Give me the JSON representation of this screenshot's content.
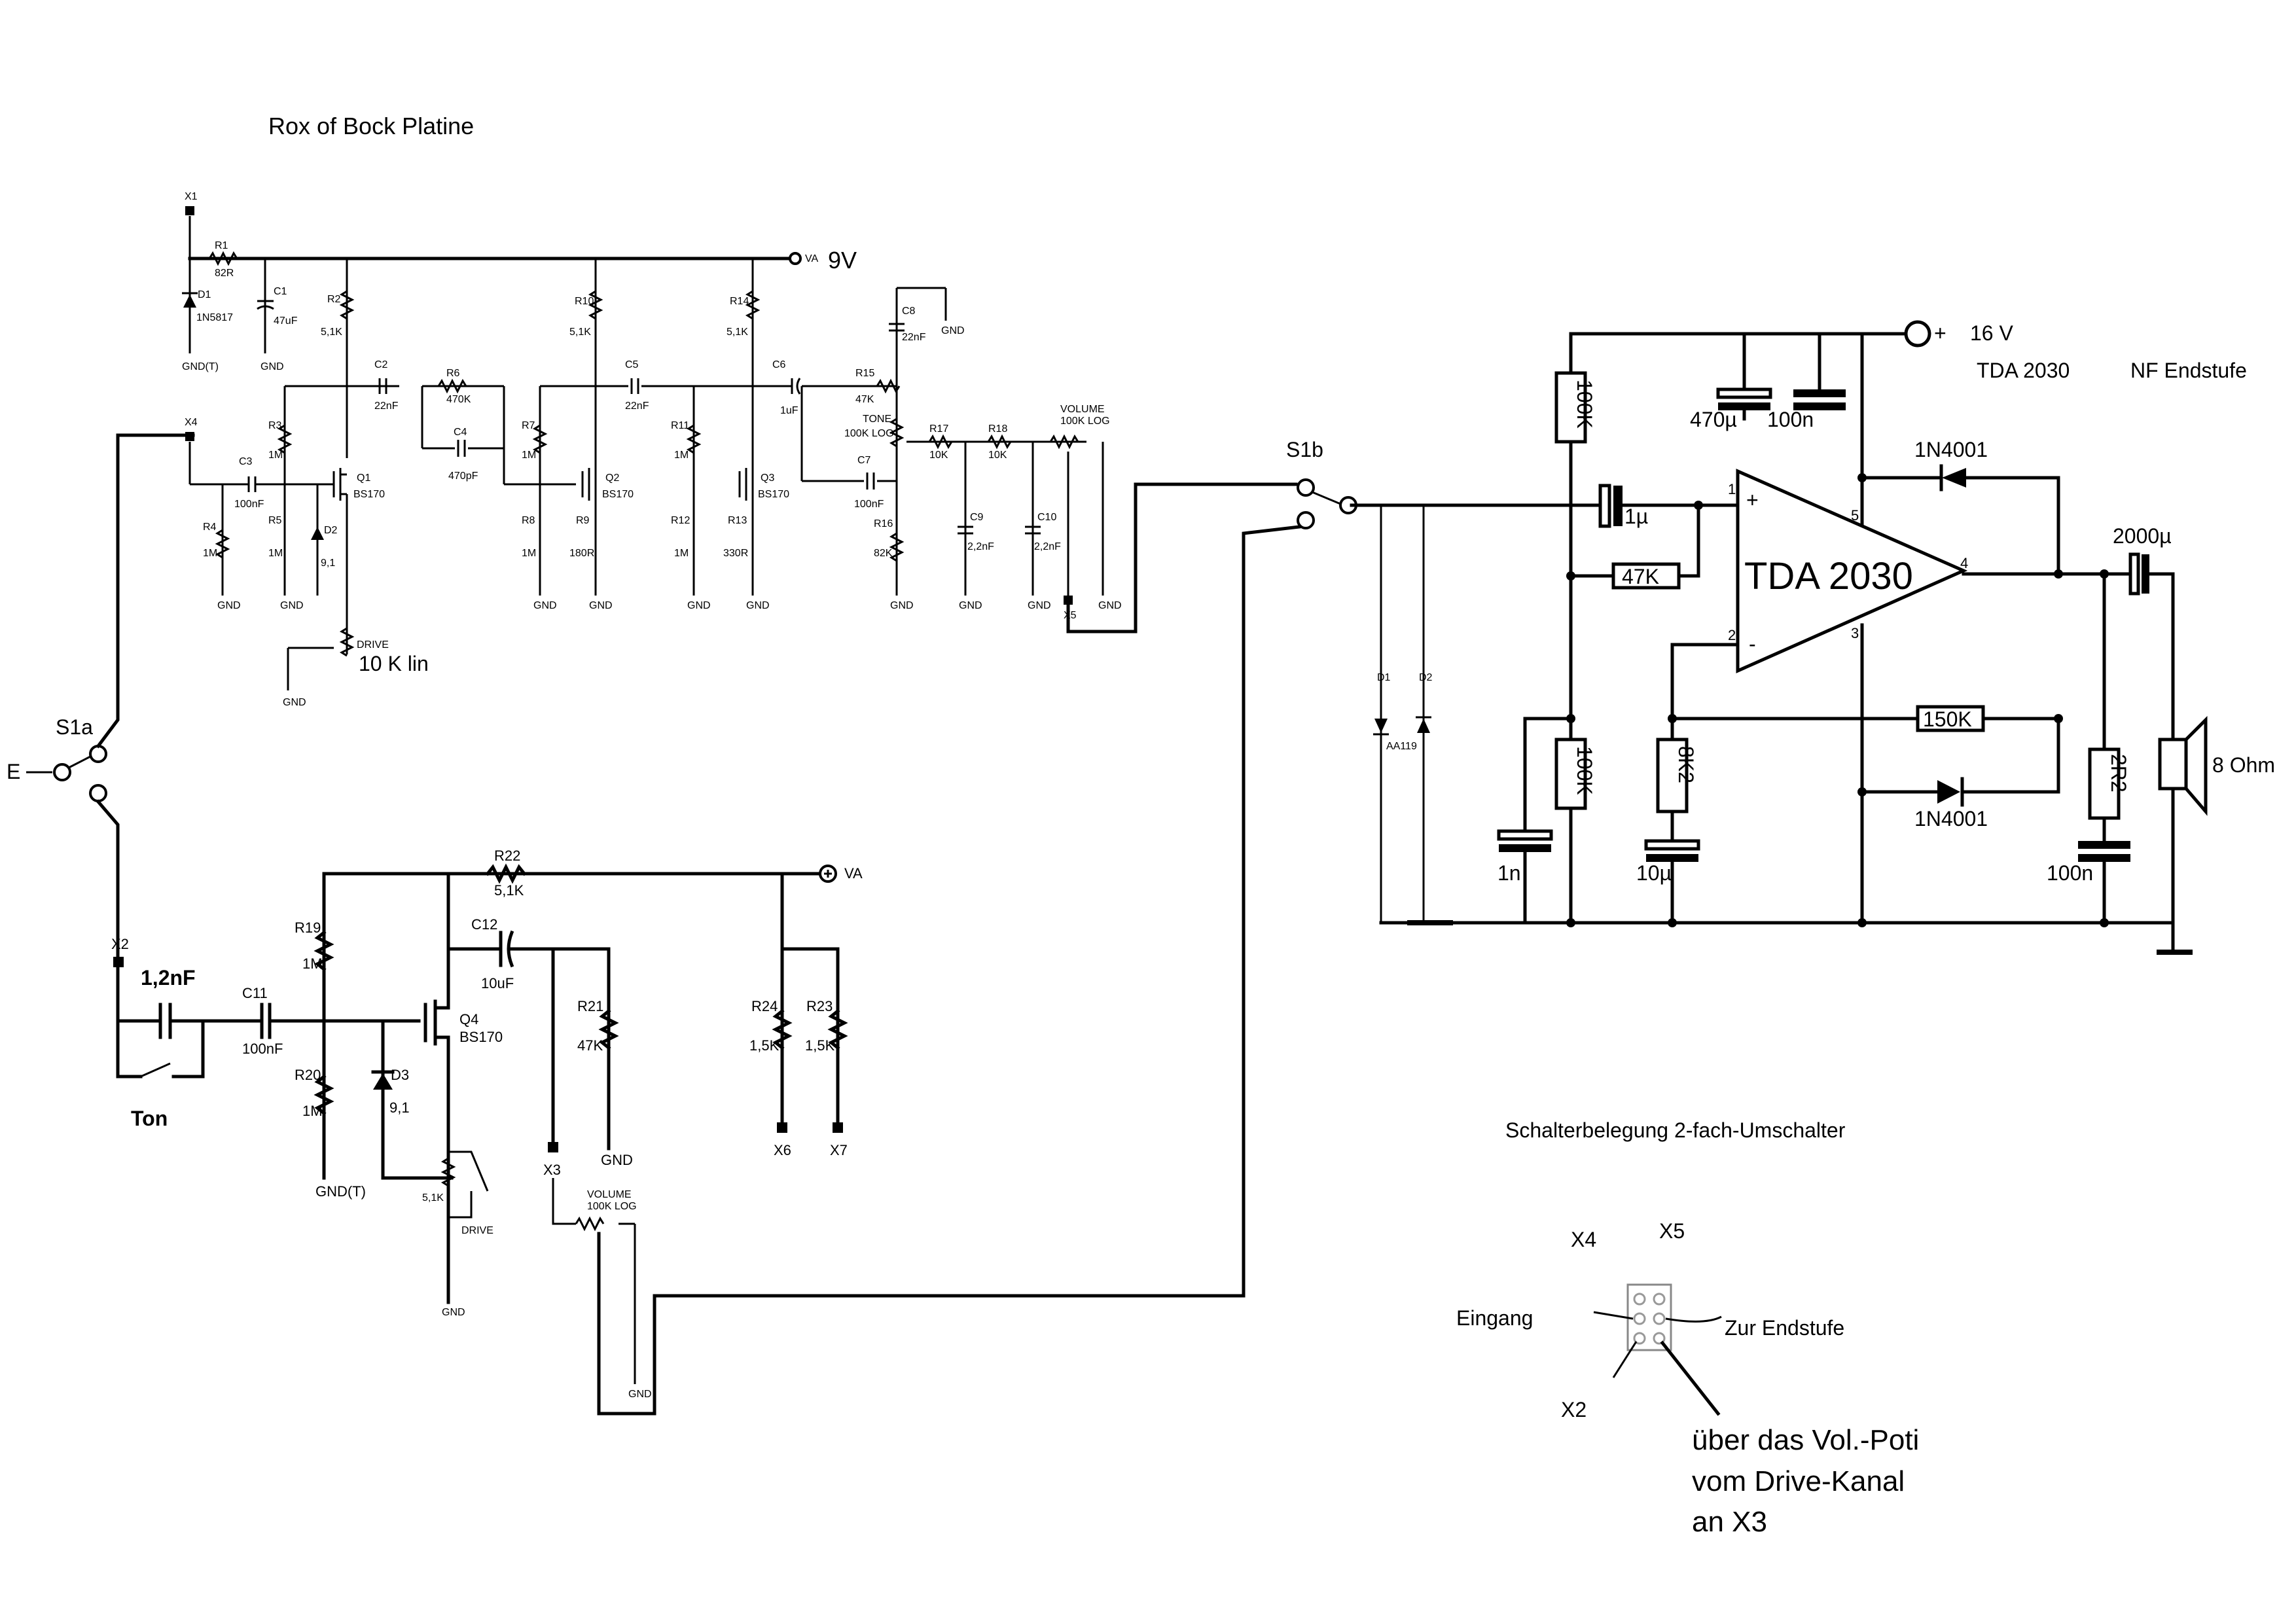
{
  "title": "Rox of Bock Platine",
  "supply_9v": "9V",
  "va": "VA",
  "gnd": "GND",
  "gnd_t": "GND(T)",
  "conn": {
    "x1": "X1",
    "x2": "X2",
    "x3": "X3",
    "x4": "X4",
    "x5": "X5",
    "x6": "X6",
    "x7": "X7"
  },
  "switch": {
    "s1a": "S1a",
    "s1b": "S1b",
    "e": "E"
  },
  "top": {
    "r1": "R1",
    "r1v": "82R",
    "d1": "D1",
    "d1v": "1N5817",
    "c1": "C1",
    "c1v": "47uF",
    "r2": "R2",
    "r2v": "5,1K",
    "r3": "R3",
    "r3v": "1M",
    "r4": "R4",
    "r4v": "1M",
    "r5": "R5",
    "r5v": "1M",
    "c3": "C3",
    "c3v": "100nF",
    "q1": "Q1",
    "q1v": "BS170",
    "d2": "D2",
    "d2v": "9,1",
    "c2": "C2",
    "c2v": "22nF",
    "r6": "R6",
    "r6v": "470K",
    "c4": "C4",
    "c4v": "470pF",
    "drive": "DRIVE",
    "drive_pot": "10 K lin",
    "r10": "R10",
    "r10v": "5,1K",
    "r7": "R7",
    "r7v": "1M",
    "r8": "R8",
    "r8v": "1M",
    "q2": "Q2",
    "q2v": "BS170",
    "r9": "R9",
    "r9v": "180R",
    "c5": "C5",
    "c5v": "22nF",
    "r14": "R14",
    "r14v": "5,1K",
    "r11": "R11",
    "r11v": "1M",
    "r12": "R12",
    "r12v": "1M",
    "q3": "Q3",
    "q3v": "BS170",
    "r13": "R13",
    "r13v": "330R",
    "c6": "C6",
    "c6v": "1uF",
    "c8": "C8",
    "c8v": "22nF",
    "r15": "R15",
    "r15v": "47K",
    "tone": "TONE",
    "tone_v": "100K LOG",
    "c7": "C7",
    "c7v": "100nF",
    "r16": "R16",
    "r16v": "82K",
    "r17": "R17",
    "r17v": "10K",
    "r18": "R18",
    "r18v": "10K",
    "c9": "C9",
    "c9v": "2,2nF",
    "c10": "C10",
    "c10v": "2,2nF",
    "vol": "VOLUME",
    "vol_v": "100K LOG"
  },
  "bottom": {
    "c_ton": "1,2nF",
    "ton": "Ton",
    "c11": "C11",
    "c11v": "100nF",
    "r19": "R19",
    "r19v": "1M",
    "r20": "R20",
    "r20v": "1M",
    "d3": "D3",
    "d3v": "9,1",
    "q4": "Q4",
    "q4v": "BS170",
    "r22": "R22",
    "r22v": "5,1K",
    "c12": "C12",
    "c12v": "10uF",
    "r21": "R21",
    "r21v": "47K",
    "r24": "R24",
    "r24v": "1,5K",
    "r23": "R23",
    "r23v": "1,5K",
    "drive_r": "5,1K",
    "drive": "DRIVE",
    "vol": "VOLUME",
    "vol_v": "100K LOG"
  },
  "amp": {
    "supply": "16 V",
    "chip_title": "TDA 2030",
    "stage": "NF Endstufe",
    "chip": "TDA 2030",
    "r_top": "100K",
    "r_bot": "100K",
    "c470": "470µ",
    "c100a": "100n",
    "c1u": "1µ",
    "r47k": "47K",
    "d_top": "1N4001",
    "d_bot": "1N4001",
    "r150k": "150K",
    "r8k2": "8K2",
    "c10u": "10µ",
    "c1n": "1n",
    "r2r2": "2R2",
    "c100b": "100n",
    "c2000": "2000µ",
    "spk": "8 Ohm",
    "d1": "D1",
    "d2": "D2",
    "aa": "AA119",
    "pin1": "1",
    "pin2": "2",
    "pin3": "3",
    "pin4": "4",
    "pin5": "5",
    "plus": "+",
    "minus": "-"
  },
  "legend": {
    "title": "Schalterbelegung 2-fach-Umschalter",
    "x4": "X4",
    "x5": "X5",
    "x2": "X2",
    "eingang": "Eingang",
    "endstufe": "Zur Endstufe",
    "note1": "über das Vol.-Poti",
    "note2": "vom Drive-Kanal",
    "note3": "an X3"
  }
}
